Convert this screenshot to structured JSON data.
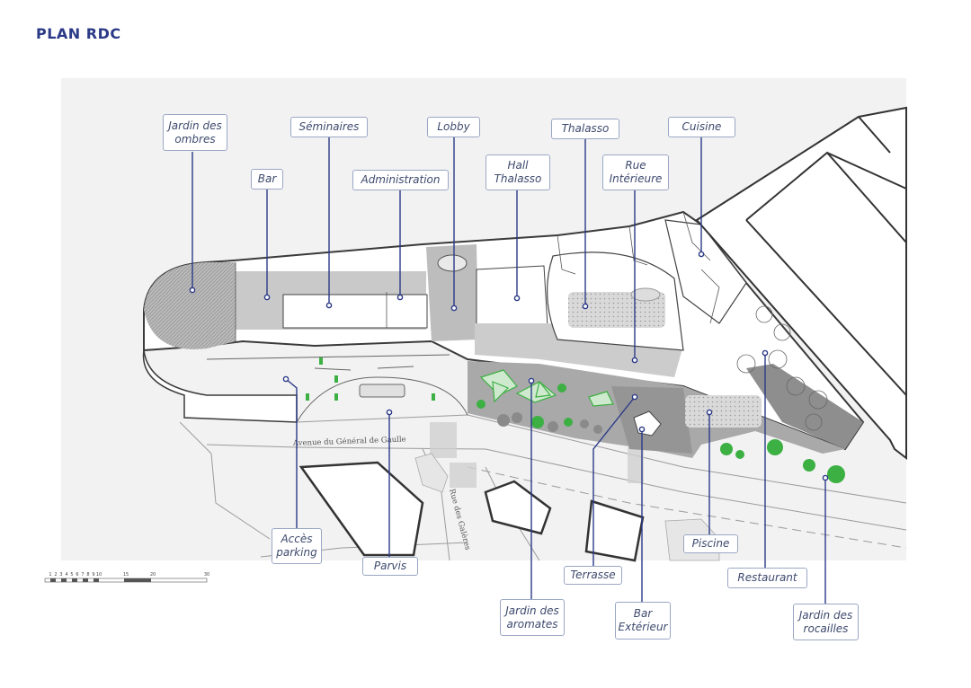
{
  "title": "PLAN RDC",
  "colors": {
    "title": "#2b3a87",
    "leader": "#2b3a87",
    "label_border": "#9aa7c4",
    "green": "#3cb043"
  },
  "labels": {
    "jardin_ombres": "Jardin des\nombres",
    "seminaires": "Séminaires",
    "lobby": "Lobby",
    "thalasso": "Thalasso",
    "cuisine": "Cuisine",
    "bar": "Bar",
    "administration": "Administration",
    "hall_thalasso": "Hall\nThalasso",
    "rue_interieure": "Rue\nIntérieure",
    "acces_parking": "Accès\nparking",
    "parvis": "Parvis",
    "terrasse": "Terrasse",
    "piscine": "Piscine",
    "restaurant": "Restaurant",
    "jardin_aromates": "Jardin des\naromates",
    "bar_exterieur": "Bar\nExtérieur",
    "jardin_rocailles": "Jardin des\nrocailles"
  },
  "streets": {
    "avenue": "Avenue du Général de Gaulle",
    "rue": "Rue des Galères"
  },
  "scale": {
    "ticks": [
      "1",
      "2",
      "3",
      "4",
      "5",
      "6",
      "7",
      "8",
      "9",
      "10",
      "15",
      "20",
      "30"
    ]
  }
}
